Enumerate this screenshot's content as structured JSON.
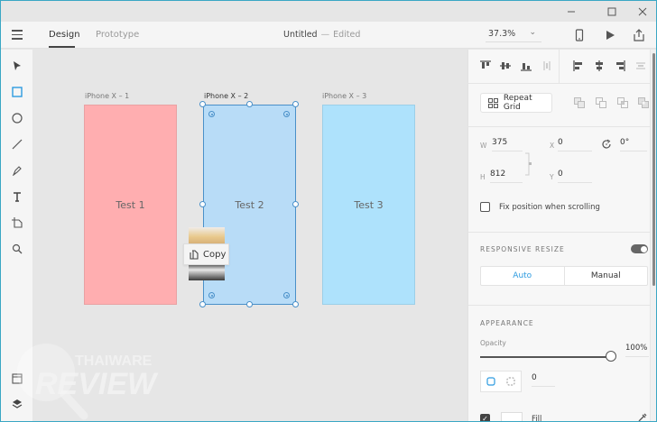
{
  "window": {
    "controls": [
      "minimize",
      "maximize",
      "close"
    ]
  },
  "header": {
    "tabs": [
      {
        "label": "Design",
        "active": true
      },
      {
        "label": "Prototype",
        "active": false
      }
    ],
    "doc_title": "Untitled",
    "doc_sep": "—",
    "doc_status": "Edited",
    "zoom_level": "37.3%"
  },
  "toolbar": {
    "tools": [
      "select",
      "rectangle",
      "ellipse",
      "line",
      "pen",
      "text",
      "artboard",
      "zoom"
    ],
    "bottom_tools": [
      "assets",
      "layers"
    ]
  },
  "canvas": {
    "artboards": [
      {
        "label": "iPhone X – 1",
        "text": "Test 1",
        "color": "#ffaeb0",
        "selected": false
      },
      {
        "label": "iPhone X – 2",
        "text": "Test 2",
        "color": "#b8dcf7",
        "selected": true
      },
      {
        "label": "iPhone X – 3",
        "text": "Test 3",
        "color": "#aee2fc",
        "selected": false
      }
    ],
    "drag_tooltip": "Copy"
  },
  "panel": {
    "repeat_grid_label": "Repeat Grid",
    "w_label": "W",
    "w_value": "375",
    "h_label": "H",
    "h_value": "812",
    "x_label": "X",
    "x_value": "0",
    "y_label": "Y",
    "y_value": "0",
    "rotation_value": "0°",
    "fix_position_label": "Fix position when scrolling",
    "responsive_resize_title": "RESPONSIVE RESIZE",
    "responsive_resize_on": true,
    "resize_modes": {
      "auto": "Auto",
      "manual": "Manual",
      "selected": "Auto"
    },
    "appearance_title": "APPEARANCE",
    "opacity_label": "Opacity",
    "opacity_value": "100%",
    "corner_radius_value": "0",
    "fill_label": "Fill",
    "fill_enabled": true
  },
  "colors": {
    "accent": "#2d9be0",
    "selection": "#4a90c9"
  },
  "watermark": {
    "line1": "THAIWARE",
    "line2": "REVIEW"
  }
}
